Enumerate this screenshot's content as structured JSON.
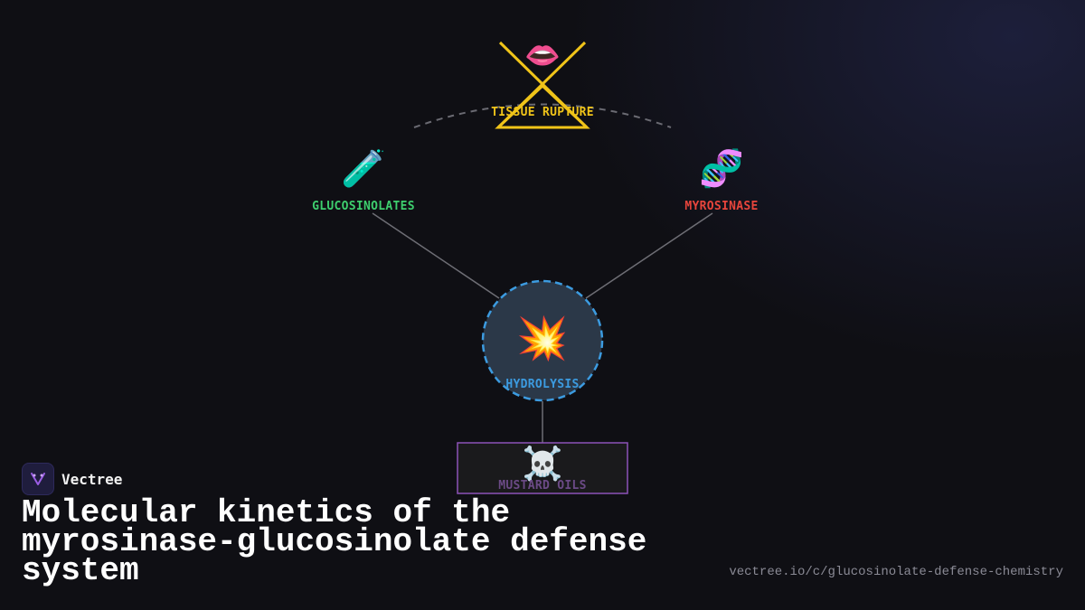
{
  "diagram": {
    "nodes": {
      "tissue_rupture": {
        "label": "TISSUE RUPTURE",
        "icon": "mouth-icon",
        "glyph": "👄",
        "color": "#f0c419"
      },
      "glucosinolates": {
        "label": "GLUCOSINOLATES",
        "icon": "test-tube-icon",
        "glyph": "🧪",
        "color": "#3ecf6e"
      },
      "myrosinase": {
        "label": "MYROSINASE",
        "icon": "dna-icon",
        "glyph": "🧬",
        "color": "#e8453c"
      },
      "hydrolysis": {
        "label": "HYDROLYSIS",
        "icon": "collision-icon",
        "glyph": "💥",
        "color": "#3c9be0"
      },
      "mustard_oils": {
        "label": "MUSTARD OILS",
        "icon": "skull-crossbones-icon",
        "glyph": "☠️",
        "color": "#6b4a86"
      }
    }
  },
  "brand": {
    "name": "Vectree"
  },
  "title": "Molecular kinetics of the myrosinase-glucosinolate defense system",
  "url": "vectree.io/c/glucosinolate-defense-chemistry"
}
